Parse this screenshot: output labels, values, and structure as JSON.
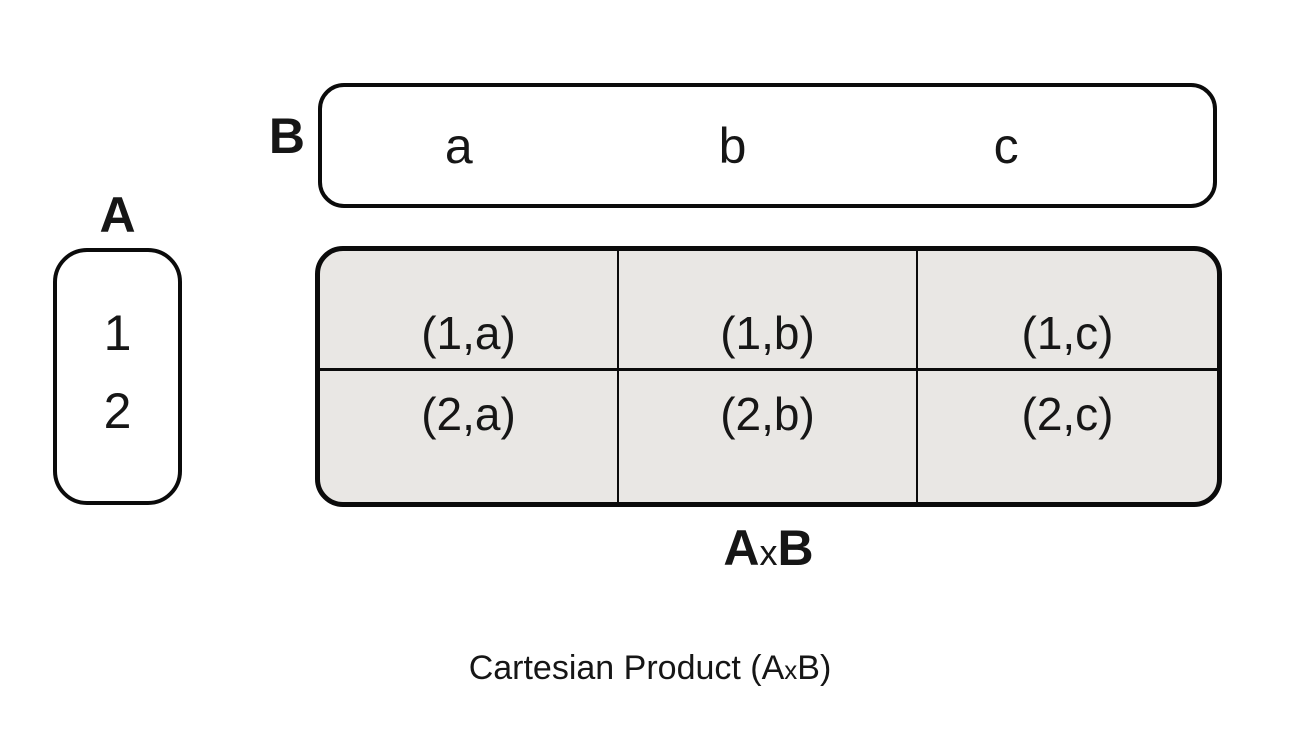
{
  "colors": {
    "background": "#ffffff",
    "stroke": "#0b0b0b",
    "cell_fill": "#e9e7e4",
    "text": "#161616"
  },
  "set_b": {
    "label": "B",
    "items": [
      "a",
      "b",
      "c"
    ]
  },
  "set_a": {
    "label": "A",
    "items": [
      "1",
      "2"
    ]
  },
  "product_grid": {
    "rows": [
      {
        "cells": [
          "(1,a)",
          "(1,b)",
          "(1,c)"
        ]
      },
      {
        "cells": [
          "(2,a)",
          "(2,b)",
          "(2,c)"
        ]
      }
    ]
  },
  "product_label": {
    "left": "A",
    "operator": "x",
    "right": "B"
  },
  "caption": {
    "before": "Cartesian Product (A",
    "operator": "x",
    "after": "B)"
  }
}
